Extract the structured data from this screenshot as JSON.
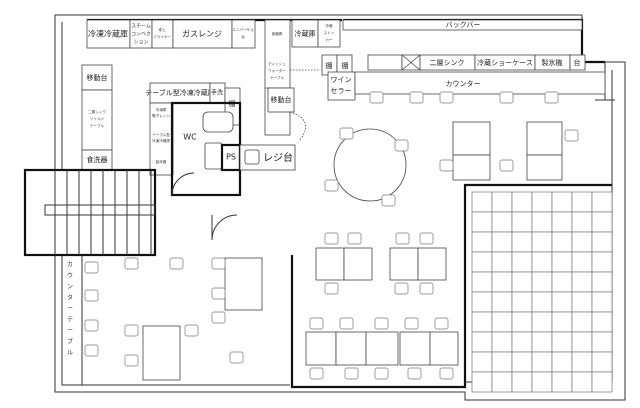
{
  "kitchen": {
    "freezer_fridge": "冷凍冷蔵庫",
    "steam_convection": [
      "スチーム",
      "コンベク",
      "ション"
    ],
    "fryer": [
      "卓上",
      "フライヤー"
    ],
    "gas_range": "ガスレンジ",
    "small_unit": [
      "ユニバーサル",
      "台"
    ],
    "dish_storage": "食器庫",
    "dishwasher_table": [
      "ディッシュ",
      "ウォーター",
      "テーブル"
    ],
    "mobile_table_right": "移動台",
    "fridge": "冷蔵庫",
    "fridge_stocker": [
      "冷蔵",
      "ストッ",
      "カー"
    ],
    "mobile_table_left": "移動台",
    "soiled_table": [
      "二層シンク",
      "ソイルド",
      "テーブル"
    ],
    "dishwasher": "食洗器",
    "table_fridge": "テーブル型冷凍冷蔵庫",
    "hand_wash": "手洗",
    "shelf": "棚",
    "side_items": [
      [
        "冷凍庫",
        "電子レンジ"
      ],
      [
        "テーブル型",
        "冷凍冷蔵庫"
      ],
      [
        "製氷機"
      ]
    ]
  },
  "facilities": {
    "wc": "WC",
    "ps": "PS",
    "register": "レジ台"
  },
  "bar": {
    "back_bar": "バックバー",
    "shelf_1": "棚",
    "shelf_2": "棚",
    "wine_cellar": [
      "ワイン",
      "セラー"
    ],
    "double_sink": "二層シンク",
    "showcase": "冷蔵ショーケース",
    "ice_machine": "製氷機",
    "stand": "台",
    "counter": "カウンター"
  },
  "dining": {
    "counter_table": [
      "カ",
      "ウ",
      "ン",
      "タ",
      "ー",
      "テ",
      "ー",
      "ブ",
      "ル"
    ]
  }
}
